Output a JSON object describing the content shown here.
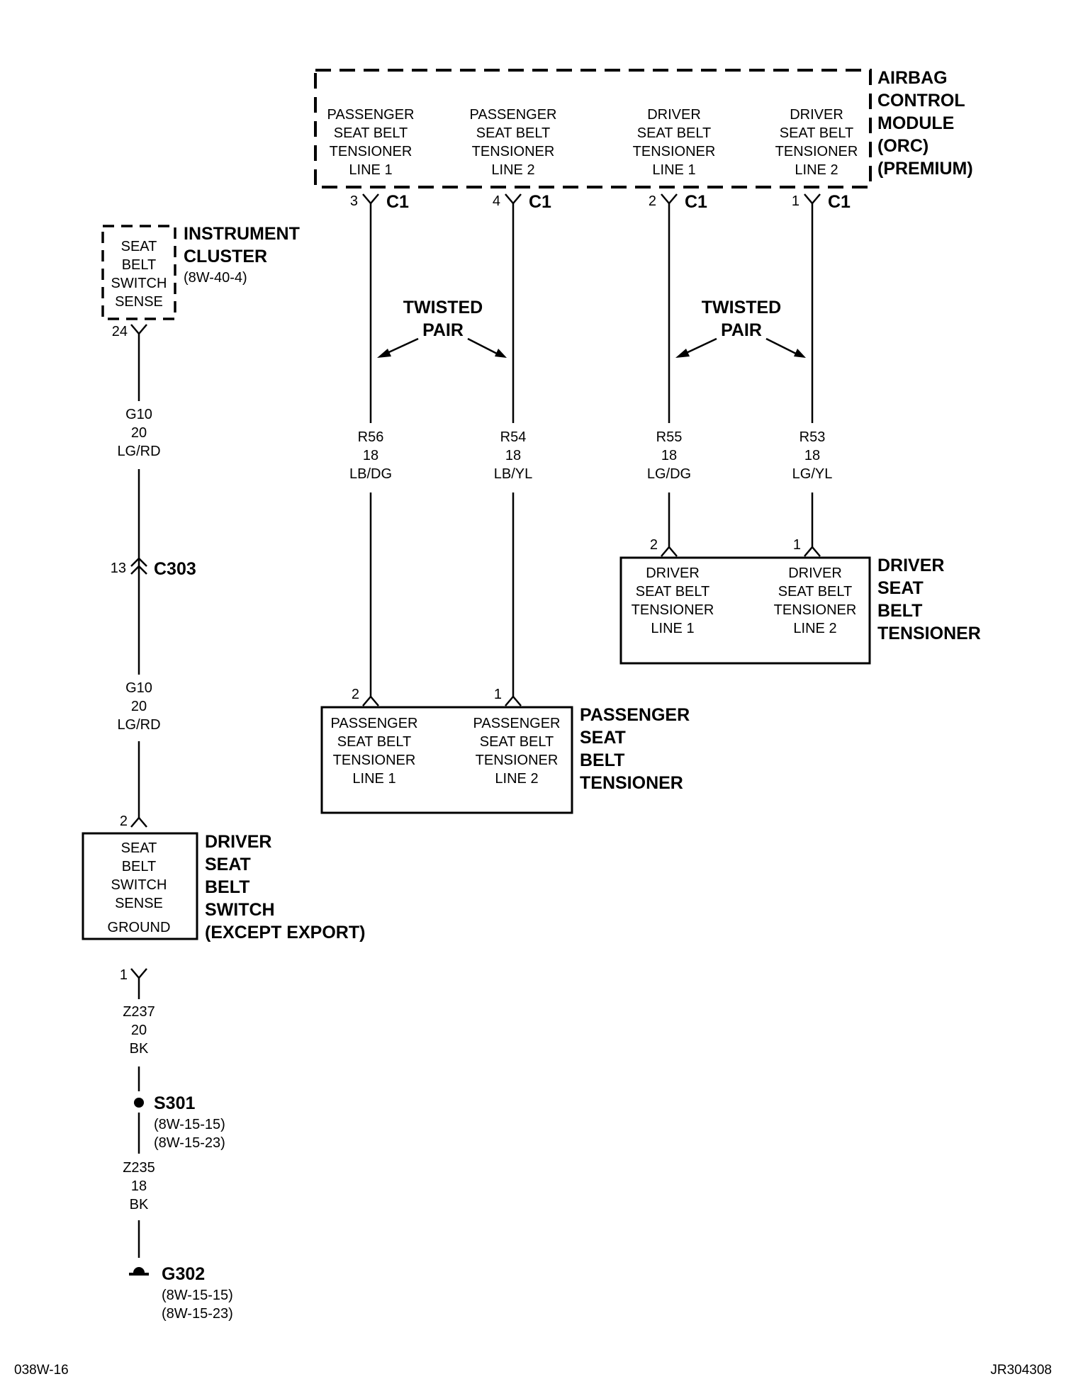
{
  "airbag_module": {
    "title": [
      "AIRBAG",
      "CONTROL",
      "MODULE",
      "(ORC)",
      "(PREMIUM)"
    ],
    "sections": [
      [
        "PASSENGER",
        "SEAT BELT",
        "TENSIONER",
        "LINE 1"
      ],
      [
        "PASSENGER",
        "SEAT BELT",
        "TENSIONER",
        "LINE 2"
      ],
      [
        "DRIVER",
        "SEAT BELT",
        "TENSIONER",
        "LINE 1"
      ],
      [
        "DRIVER",
        "SEAT BELT",
        "TENSIONER",
        "LINE 2"
      ]
    ],
    "pins": [
      "3",
      "4",
      "2",
      "1"
    ],
    "connector": "C1"
  },
  "twisted_pair": [
    "TWISTED",
    "PAIR"
  ],
  "wires": [
    [
      "R56",
      "18",
      "LB/DG"
    ],
    [
      "R54",
      "18",
      "LB/YL"
    ],
    [
      "R55",
      "18",
      "LG/DG"
    ],
    [
      "R53",
      "18",
      "LG/YL"
    ]
  ],
  "driver_tensioner": {
    "title": [
      "DRIVER",
      "SEAT",
      "BELT",
      "TENSIONER"
    ],
    "sections": [
      [
        "DRIVER",
        "SEAT BELT",
        "TENSIONER",
        "LINE 1"
      ],
      [
        "DRIVER",
        "SEAT BELT",
        "TENSIONER",
        "LINE 2"
      ]
    ],
    "pins": [
      "2",
      "1"
    ]
  },
  "passenger_tensioner": {
    "title": [
      "PASSENGER",
      "SEAT",
      "BELT",
      "TENSIONER"
    ],
    "sections": [
      [
        "PASSENGER",
        "SEAT BELT",
        "TENSIONER",
        "LINE 1"
      ],
      [
        "PASSENGER",
        "SEAT BELT",
        "TENSIONER",
        "LINE 2"
      ]
    ],
    "pins": [
      "2",
      "1"
    ]
  },
  "instrument_cluster": {
    "title": [
      "INSTRUMENT",
      "CLUSTER"
    ],
    "ref": "(8W-40-4)",
    "section": [
      "SEAT",
      "BELT",
      "SWITCH",
      "SENSE"
    ],
    "pin": "24"
  },
  "wire_g10_top": [
    "G10",
    "20",
    "LG/RD"
  ],
  "c303": {
    "pin": "13",
    "label": "C303"
  },
  "wire_g10_bottom": [
    "G10",
    "20",
    "LG/RD"
  ],
  "seat_belt_switch": {
    "title": [
      "DRIVER",
      "SEAT",
      "BELT",
      "SWITCH",
      "(EXCEPT EXPORT)"
    ],
    "section": [
      "SEAT",
      "BELT",
      "SWITCH",
      "SENSE"
    ],
    "ground": "GROUND",
    "pin_top": "2",
    "pin_bottom": "1"
  },
  "wire_z237": [
    "Z237",
    "20",
    "BK"
  ],
  "s301": {
    "label": "S301",
    "refs": [
      "(8W-15-15)",
      "(8W-15-23)"
    ]
  },
  "wire_z235": [
    "Z235",
    "18",
    "BK"
  ],
  "g302": {
    "label": "G302",
    "refs": [
      "(8W-15-15)",
      "(8W-15-23)"
    ]
  },
  "footer": {
    "left": "038W-16",
    "right": "JR304308"
  }
}
